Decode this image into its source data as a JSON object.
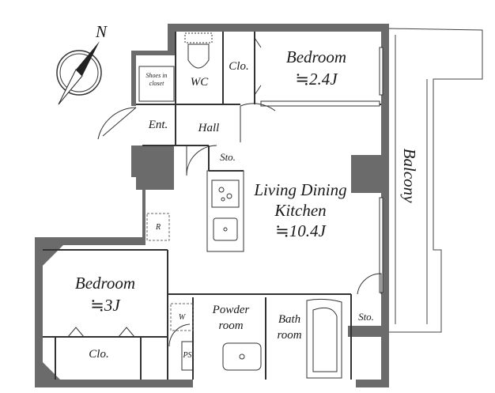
{
  "compass": {
    "north_label": "N"
  },
  "rooms": {
    "bedroom_top": {
      "name": "Bedroom",
      "size": "≒2.4J"
    },
    "bedroom_bottom": {
      "name": "Bedroom",
      "size": "≒3J"
    },
    "ldk": {
      "line1": "Living Dining",
      "line2": "Kitchen",
      "size": "≒10.4J"
    },
    "balcony": "Balcony",
    "wc": "WC",
    "closet_top": "Clo.",
    "closet_bottom": "Clo.",
    "shoes": {
      "line1": "Shoes in",
      "line2": "closet"
    },
    "entrance": "Ent.",
    "hall": "Hall",
    "storage_hall": "Sto.",
    "storage_bath": "Sto.",
    "refrigerator": "R",
    "washer": "W",
    "powder": {
      "line1": "Powder",
      "line2": "room"
    },
    "bath": {
      "line1": "Bath",
      "line2": "room"
    },
    "pipe_space": "PS"
  },
  "colors": {
    "wall": "#6b6b6b",
    "line": "#333333",
    "background": "#ffffff"
  }
}
